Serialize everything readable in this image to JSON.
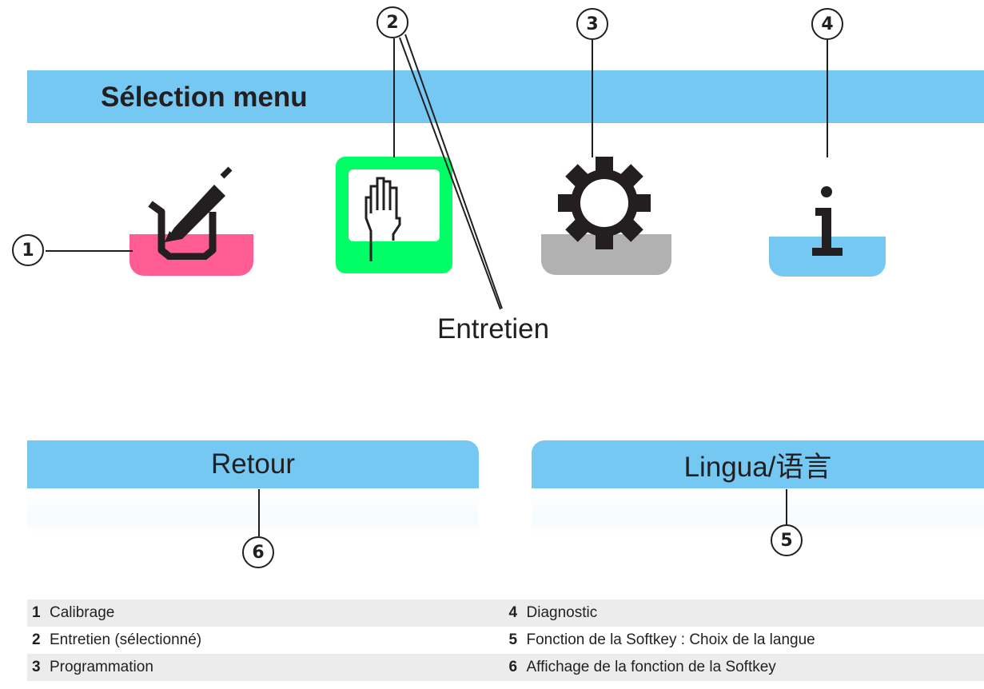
{
  "header": {
    "title": "Sélection menu"
  },
  "menu_icons": [
    {
      "name": "Calibrage",
      "icon": "beaker-pencil-icon",
      "tray_color": "#ff5c93"
    },
    {
      "name": "Entretien",
      "icon": "hand-icon",
      "tray_color": "#00ff66",
      "selected": true
    },
    {
      "name": "Programmation",
      "icon": "gear-icon",
      "tray_color": "#b1b1b1"
    },
    {
      "name": "Diagnostic",
      "icon": "info-icon",
      "tray_color": "#74c8f2"
    }
  ],
  "selected_label": "Entretien",
  "softkeys": {
    "left": "Retour",
    "right": "Lingua/语言"
  },
  "callouts": [
    "1",
    "2",
    "3",
    "4",
    "5",
    "6"
  ],
  "legend": [
    {
      "num": "1",
      "text": "Calibrage"
    },
    {
      "num": "2",
      "text": "Entretien (sélectionné)"
    },
    {
      "num": "3",
      "text": "Programmation"
    },
    {
      "num": "4",
      "text": "Diagnostic"
    },
    {
      "num": "5",
      "text": "Fonction de la Softkey : Choix de la langue"
    },
    {
      "num": "6",
      "text": "Affichage de la fonction de la Softkey"
    }
  ],
  "colors": {
    "accent_blue": "#74c8f2",
    "calibration": "#ff5c93",
    "maintenance": "#00ff66",
    "parameter": "#b1b1b1",
    "ink": "#231f20"
  }
}
